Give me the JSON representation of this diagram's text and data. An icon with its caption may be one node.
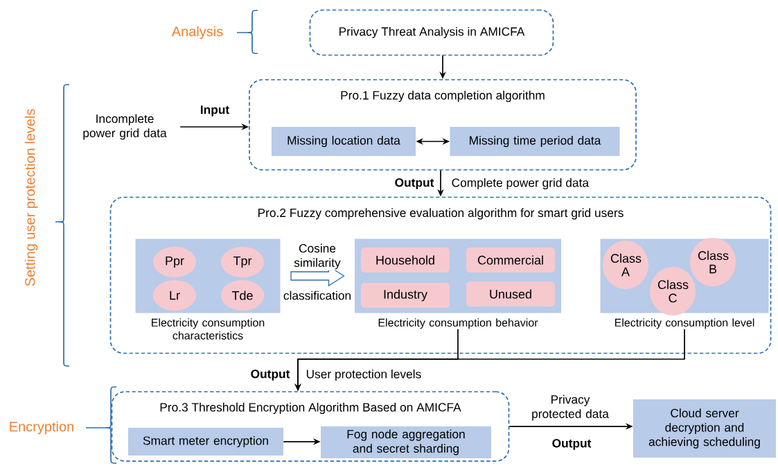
{
  "diagram": {
    "nodes": [
      {
        "text": [
          "Privacy Threat Analysis in AMICFA"
        ]
      },
      {
        "text": [
          "Incomplete power grid data"
        ]
      },
      {
        "text": [
          "Pro.1 Fuzzy data completion algorithm"
        ]
      },
      {
        "text": [
          "Missing location data"
        ],
        "in": 2
      },
      {
        "text": [
          "Missing time period data"
        ],
        "in": 2
      },
      {
        "text": [
          "Pro.2 Fuzzy comprehensive evaluation algorithm for smart grid users"
        ]
      },
      {
        "text": [
          "Electricity consumption characteristics"
        ],
        "in": 5
      },
      {
        "text": [
          "Ppr"
        ],
        "in": 6
      },
      {
        "text": [
          "Tpr"
        ],
        "in": 6
      },
      {
        "text": [
          "Lr"
        ],
        "in": 6
      },
      {
        "text": [
          "Tde"
        ],
        "in": 6
      },
      {
        "text": [
          "Electricity consumption behavior"
        ],
        "in": 5
      },
      {
        "text": [
          "Household"
        ],
        "in": 11
      },
      {
        "text": [
          "Commercial"
        ],
        "in": 11
      },
      {
        "text": [
          "Industry"
        ],
        "in": 11
      },
      {
        "text": [
          "Unused"
        ],
        "in": 11
      },
      {
        "text": [
          "Electricity consumption level"
        ],
        "in": 5
      },
      {
        "text": [
          "Class A"
        ],
        "in": 16
      },
      {
        "text": [
          "Class B"
        ],
        "in": 16
      },
      {
        "text": [
          "Class C"
        ],
        "in": 16
      },
      {
        "text": [
          "Pro.3 Threshold Encryption Algorithm Based on AMICFA"
        ]
      },
      {
        "text": [
          "Smart meter encryption"
        ],
        "in": 20
      },
      {
        "text": [
          "Fog node aggregation and secret sharding"
        ],
        "in": 20
      },
      {
        "text": [
          "Cloud server decryption and achieving scheduling"
        ]
      }
    ],
    "edges": [
      {
        "from": 0,
        "to": 2,
        "arrow": "to"
      },
      {
        "from": 1,
        "to": 2,
        "arrow": "to",
        "label": "Input"
      },
      {
        "from": 3,
        "to": 4,
        "arrow": "both"
      },
      {
        "from": 2,
        "to": 5,
        "arrow": "to",
        "label": "Output"
      },
      {
        "from": 6,
        "to": 11,
        "arrow": "to",
        "label": "Cosine similarity",
        "style": "thick",
        "color": "#2e6fb0"
      },
      {
        "from": 11,
        "to": 20,
        "arrow": "to",
        "label": "Output"
      },
      {
        "from": 16,
        "to": 20,
        "arrow": "to"
      },
      {
        "from": 21,
        "to": 22,
        "arrow": "to"
      },
      {
        "from": 20,
        "to": 23,
        "arrow": "to",
        "label": "Output"
      }
    ],
    "labels": [
      "Analysis",
      "Setting user protection levels",
      "Encryption",
      "Complete power grid data",
      "classification",
      "User protection levels",
      "Privacy protected data"
    ]
  }
}
